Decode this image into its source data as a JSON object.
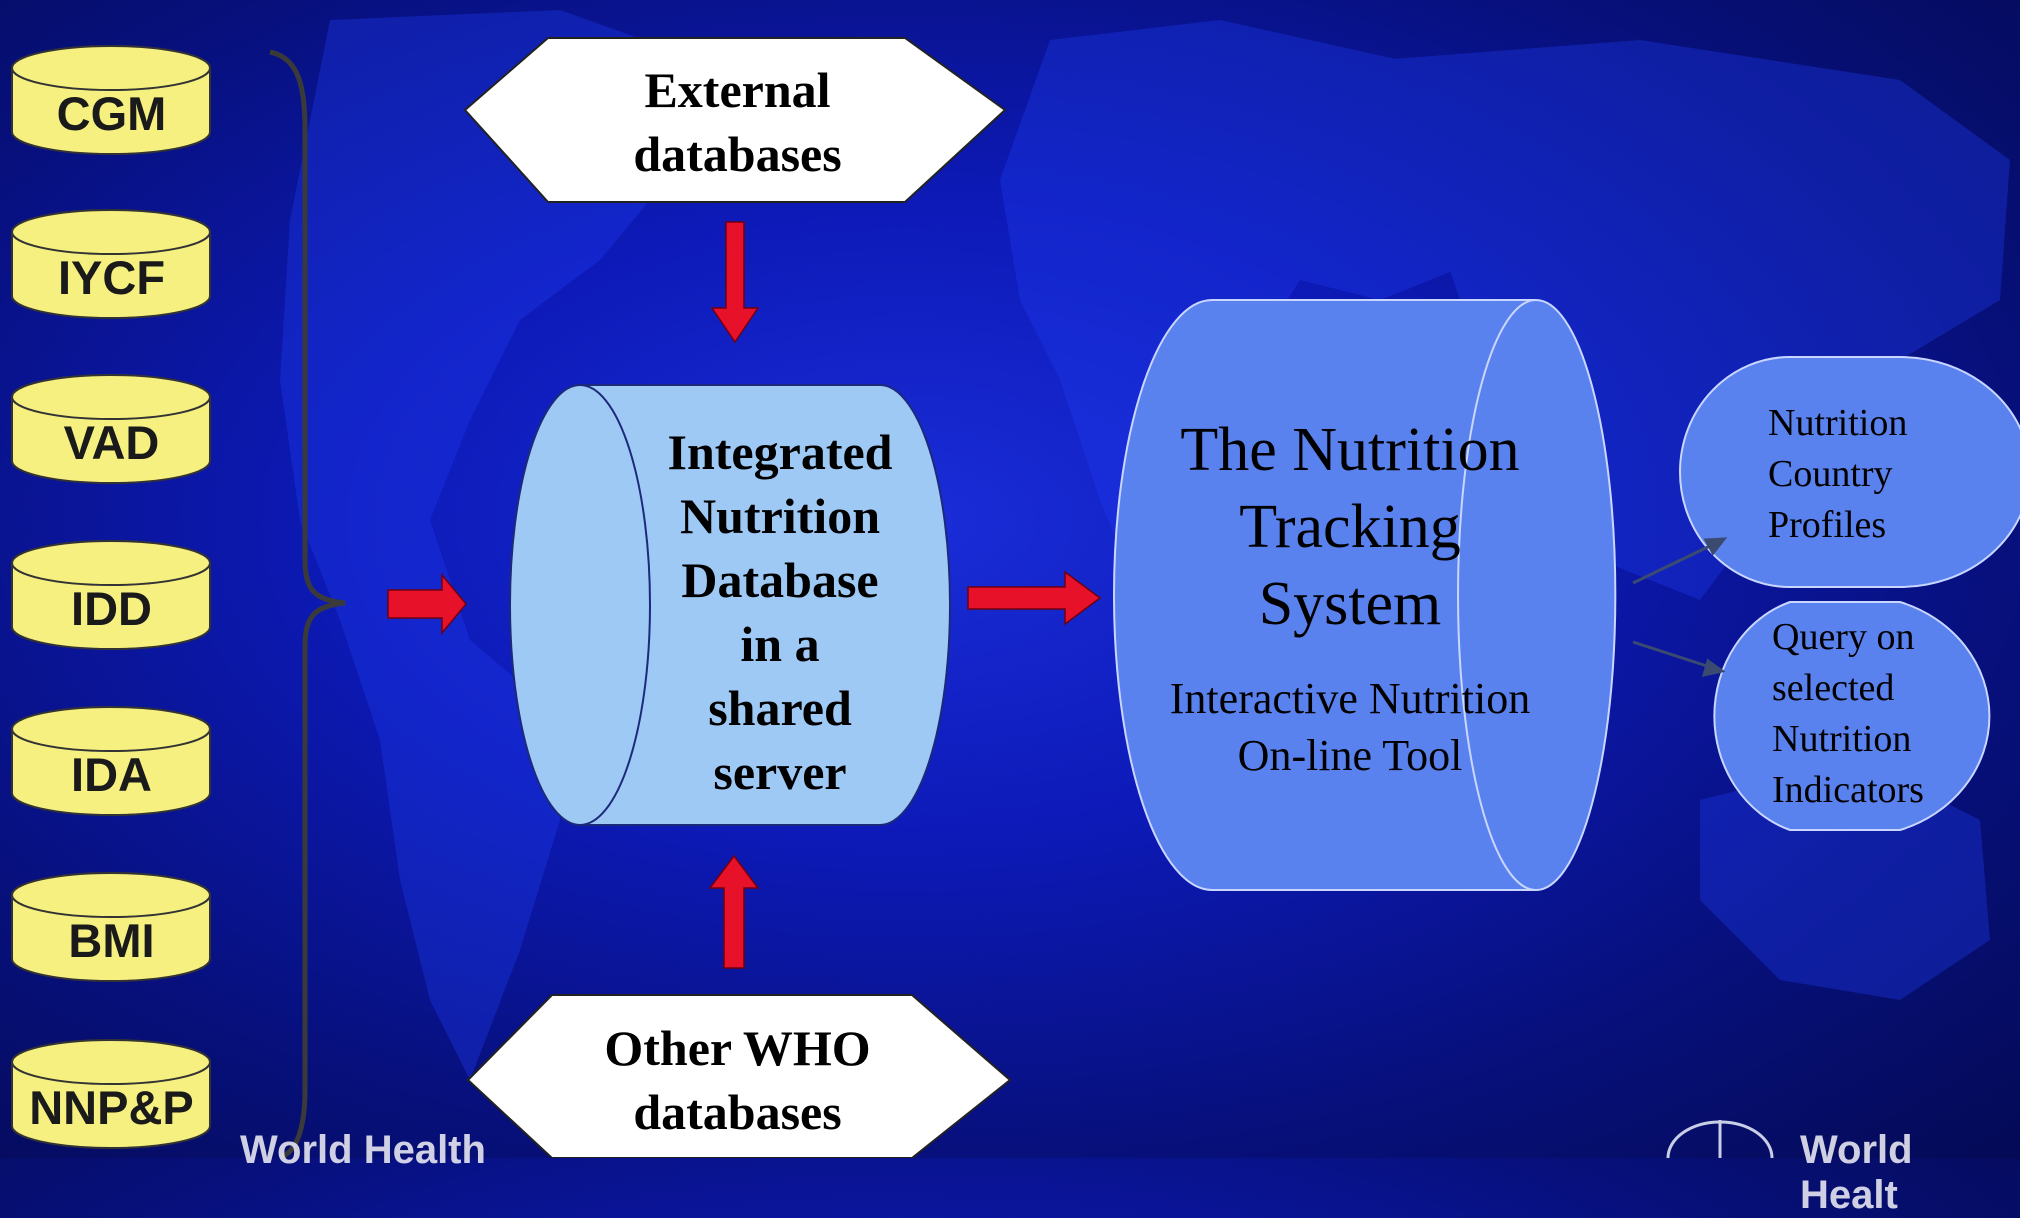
{
  "source_databases": [
    "CGM",
    "IYCF",
    "VAD",
    "IDD",
    "IDA",
    "BMI",
    "NNP&P"
  ],
  "external": "External\ndatabases",
  "other_who": "Other WHO\ndatabases",
  "integrated": "Integrated\nNutrition\nDatabase\nin a\nshared\nserver",
  "tracking_title": "The Nutrition\nTracking\nSystem",
  "tracking_subtitle": "Interactive Nutrition\nOn-line Tool",
  "output_profiles": "Nutrition\nCountry\nProfiles",
  "output_query": "Query on\nselected\nNutrition\nIndicators",
  "footer_left": "World Health",
  "footer_right": "World Healt",
  "colors": {
    "db_fill": "#f5f080",
    "center_fill": "#9ec9f5",
    "tracking_fill": "#5a82ef",
    "output_fill": "#5a82ef",
    "arrow": "#e8112a"
  },
  "icons": {
    "footer_right_logo": "who-emblem-icon"
  }
}
